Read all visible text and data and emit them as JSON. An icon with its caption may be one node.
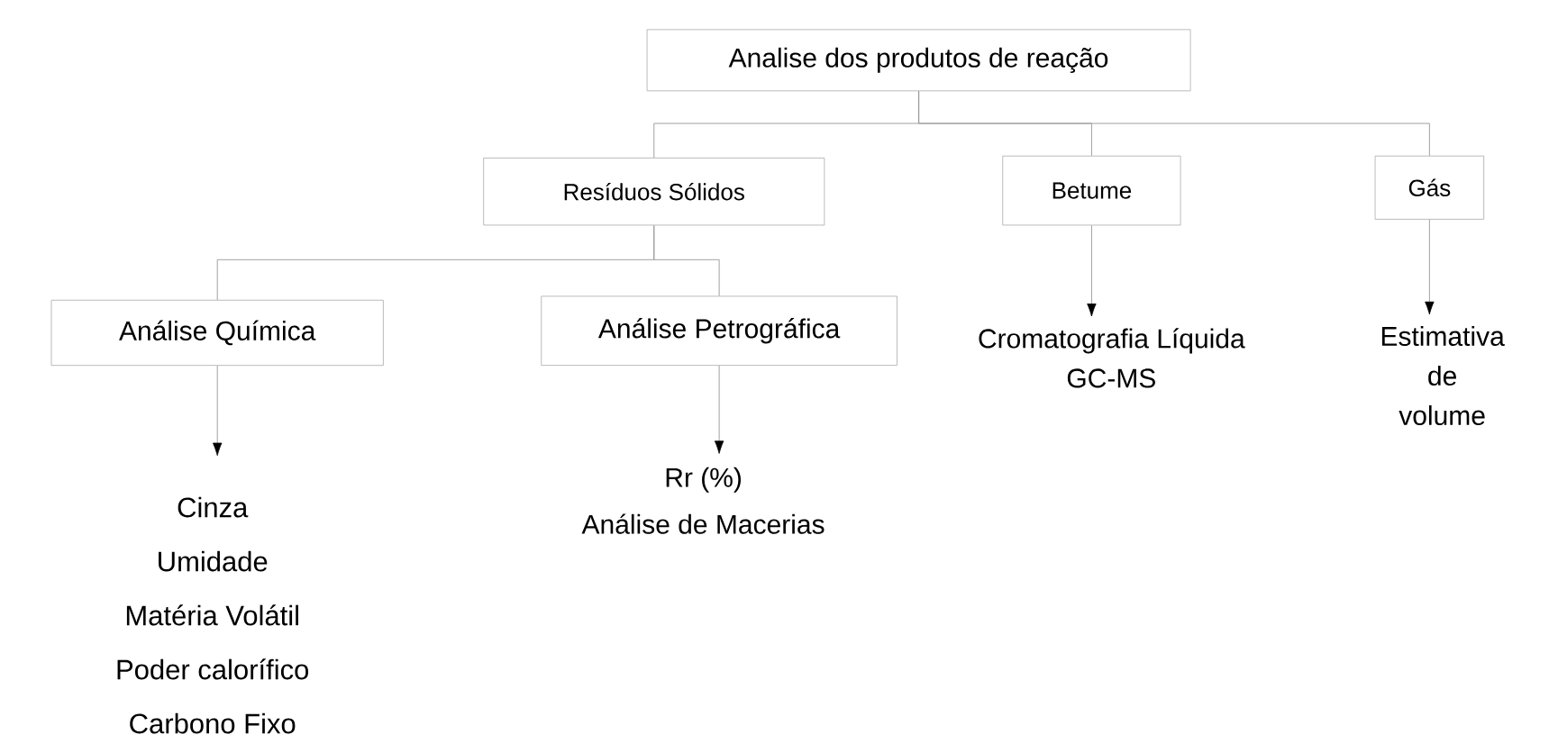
{
  "diagram": {
    "nodes": [
      {
        "text": [
          "Analise dos produtos de reação"
        ]
      },
      {
        "text": [
          "Resíduos Sólidos"
        ]
      },
      {
        "text": [
          "Betume"
        ]
      },
      {
        "text": [
          "Gás"
        ]
      },
      {
        "text": [
          "Análise Química"
        ]
      },
      {
        "text": [
          "Análise Petrográfica"
        ]
      },
      {
        "text": [
          "Cromatografia Líquida",
          "GC-MS"
        ]
      },
      {
        "text": [
          "Estimativa de volume"
        ]
      },
      {
        "text": [
          "Cinza",
          "Umidade",
          "Matéria Volátil",
          "Poder calorífico",
          "Carbono Fixo"
        ]
      },
      {
        "text": [
          "Rr (%)",
          "Análise de Macerias"
        ]
      }
    ],
    "edges": [
      {
        "from": 0,
        "to": 1,
        "arrow": "none"
      },
      {
        "from": 0,
        "to": 2,
        "arrow": "none"
      },
      {
        "from": 0,
        "to": 3,
        "arrow": "none"
      },
      {
        "from": 1,
        "to": 4,
        "arrow": "none"
      },
      {
        "from": 1,
        "to": 5,
        "arrow": "none"
      },
      {
        "from": 2,
        "to": 6,
        "arrow": "to"
      },
      {
        "from": 3,
        "to": 7,
        "arrow": "to"
      },
      {
        "from": 4,
        "to": 8,
        "arrow": "to"
      },
      {
        "from": 5,
        "to": 9,
        "arrow": "to"
      }
    ]
  }
}
